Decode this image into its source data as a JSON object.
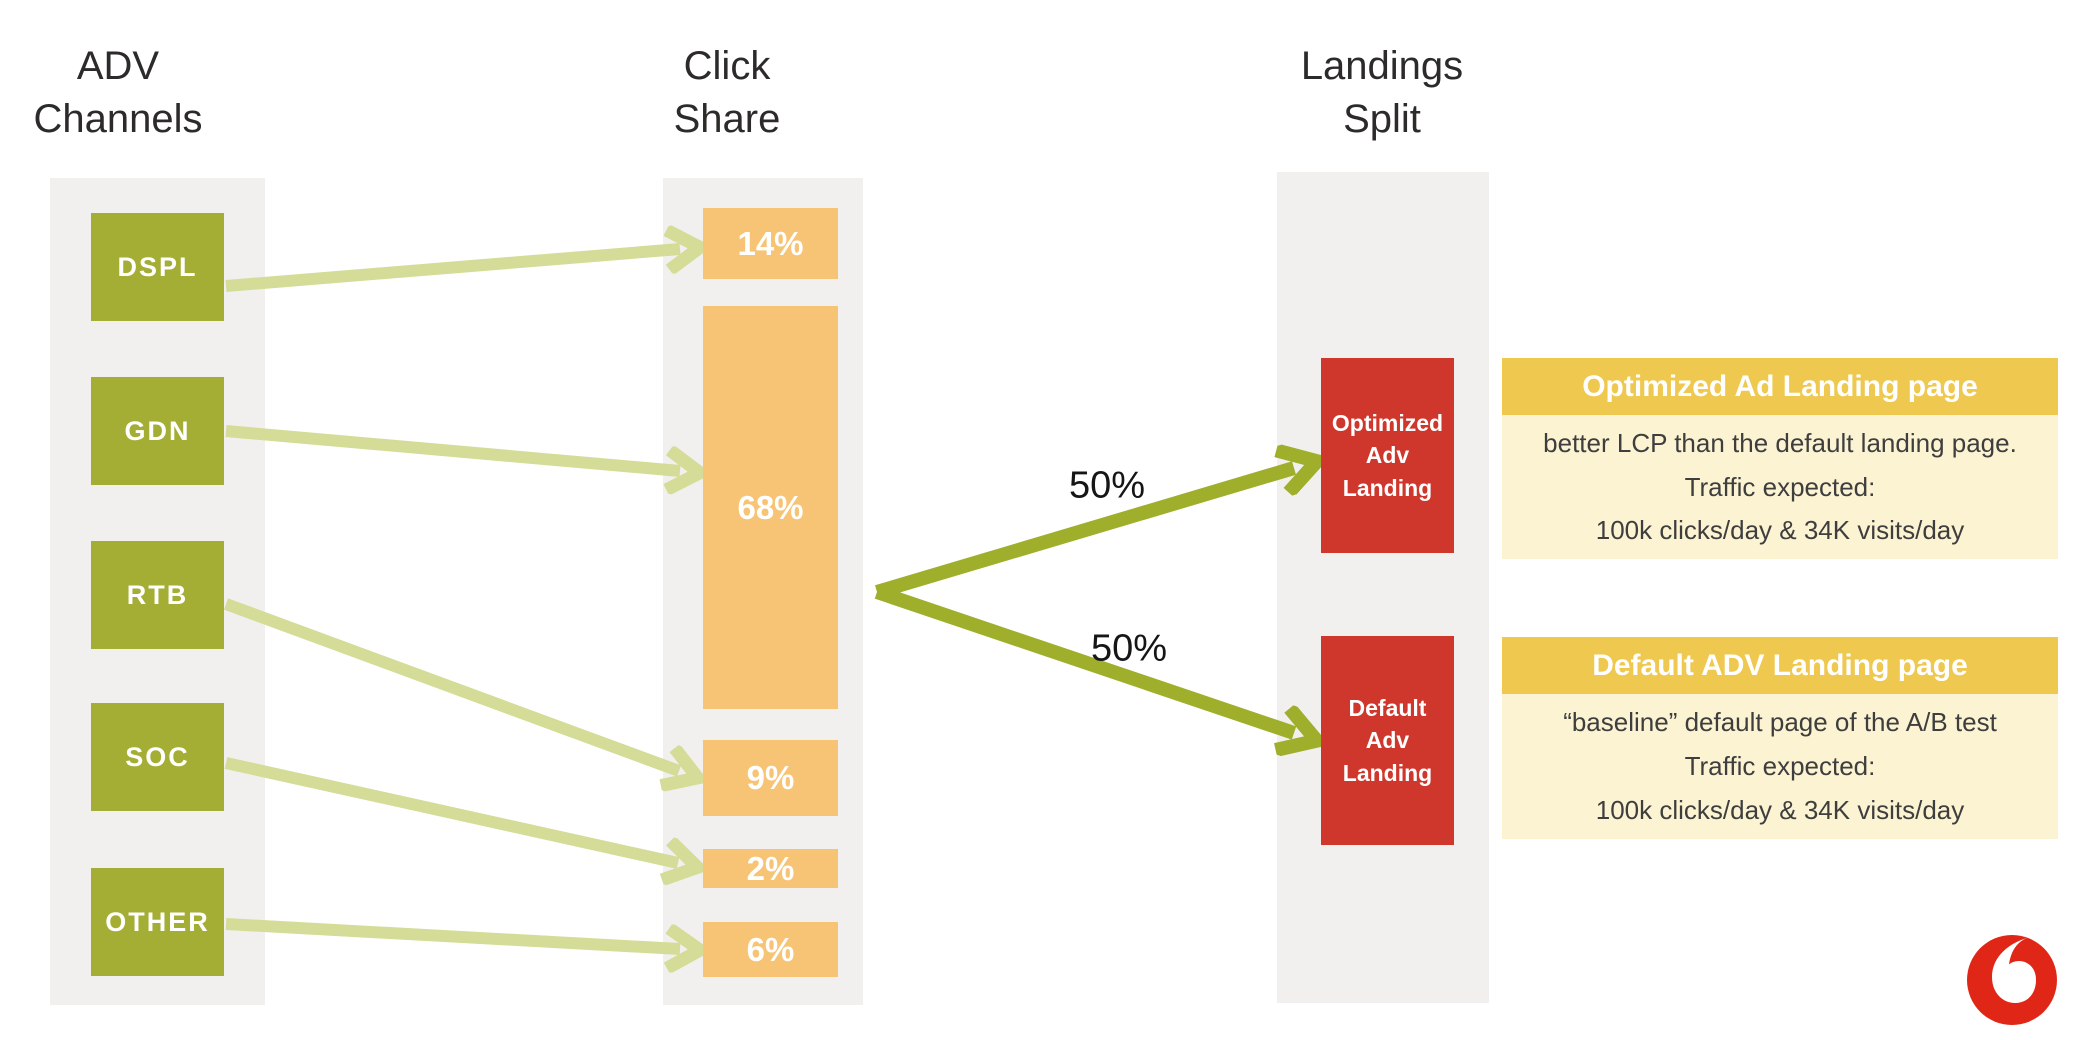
{
  "columns": {
    "adv": {
      "title_lines": [
        "ADV",
        "Channels"
      ],
      "items": [
        "DSPL",
        "GDN",
        "RTB",
        "SOC",
        "OTHER"
      ]
    },
    "share": {
      "title_lines": [
        "Click",
        "Share"
      ],
      "items": [
        "14%",
        "68%",
        "9%",
        "2%",
        "6%"
      ]
    },
    "landings": {
      "title_lines": [
        "Landings",
        "Split"
      ],
      "boxes": [
        "Optimized\nAdv\nLanding",
        "Default\nAdv\nLanding"
      ]
    }
  },
  "flow": {
    "channel_to_share": [
      {
        "from": "DSPL",
        "to": "14%"
      },
      {
        "from": "GDN",
        "to": "68%"
      },
      {
        "from": "RTB",
        "to": "9%"
      },
      {
        "from": "SOC",
        "to": "2%"
      },
      {
        "from": "OTHER",
        "to": "6%"
      }
    ],
    "split": {
      "from": "68%",
      "labels": [
        "50%",
        "50%"
      ],
      "targets": [
        "Optimized Adv Landing",
        "Default Adv Landing"
      ]
    }
  },
  "cards": [
    {
      "title": "Optimized Ad Landing page",
      "lines": [
        "better LCP than the default landing page.",
        "Traffic expected:",
        "100k clicks/day  & 34K visits/day"
      ]
    },
    {
      "title": "Default ADV Landing page",
      "lines": [
        "“baseline” default page of the A/B test",
        "Traffic expected:",
        "100k clicks/day  & 34K visits/day"
      ]
    }
  ],
  "logo": {
    "name": "vodafone-logo",
    "color": "#e02717"
  },
  "colors": {
    "column_bg": "#f1f0ee",
    "channel_box": "#a4ad34",
    "share_box": "#f7c476",
    "landing_box": "#cf372c",
    "arrow_pale": "#d5dc97",
    "arrow_strong": "#9fae2b",
    "card_header_bg": "#efc84f",
    "card_body_bg": "#fcf3d2",
    "title_text": "#2c2b29",
    "body_text": "#3e3e3e"
  }
}
